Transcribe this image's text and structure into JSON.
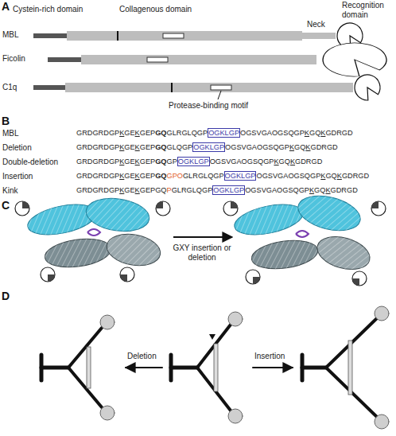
{
  "diagram": {
    "labels": [
      "A",
      "Cystein-rich domain",
      "Collagenous domain",
      "Neck",
      "Recognition domain",
      "MBL",
      "Ficolin",
      "C1q",
      "Protease-binding motif",
      "B",
      "MBL",
      "Deletion",
      "Double-deletion",
      "Insertion",
      "Kink",
      "GRDGRDGPKGEKGEPGQGLRGLQGPOGKLGPOGSVGAOGSQGPKGQKGDRGD",
      "GRDGRDGPKGEKGEPGQGLQGPOGKLGPOGSVGAOGSQGPKGQKGDRGD",
      "GRDGRDGPKGEKGEPGQGPOGKLGPOGSVGAOGSQGPKGQKGDRGD",
      "GRDGRDGPKGEKGEPGQGPOGLRGLQGPOGKLGPOGSVGAOGSQGPKGQKGDRGD",
      "GRDGRDGPKGEKGEPGQPGLRGLQGPOGKLGPOGSVGAOGSQGPKGQKGDRGD",
      "C",
      "GXY insertion or deletion",
      "D",
      "Deletion",
      "Insertion"
    ]
  }
}
